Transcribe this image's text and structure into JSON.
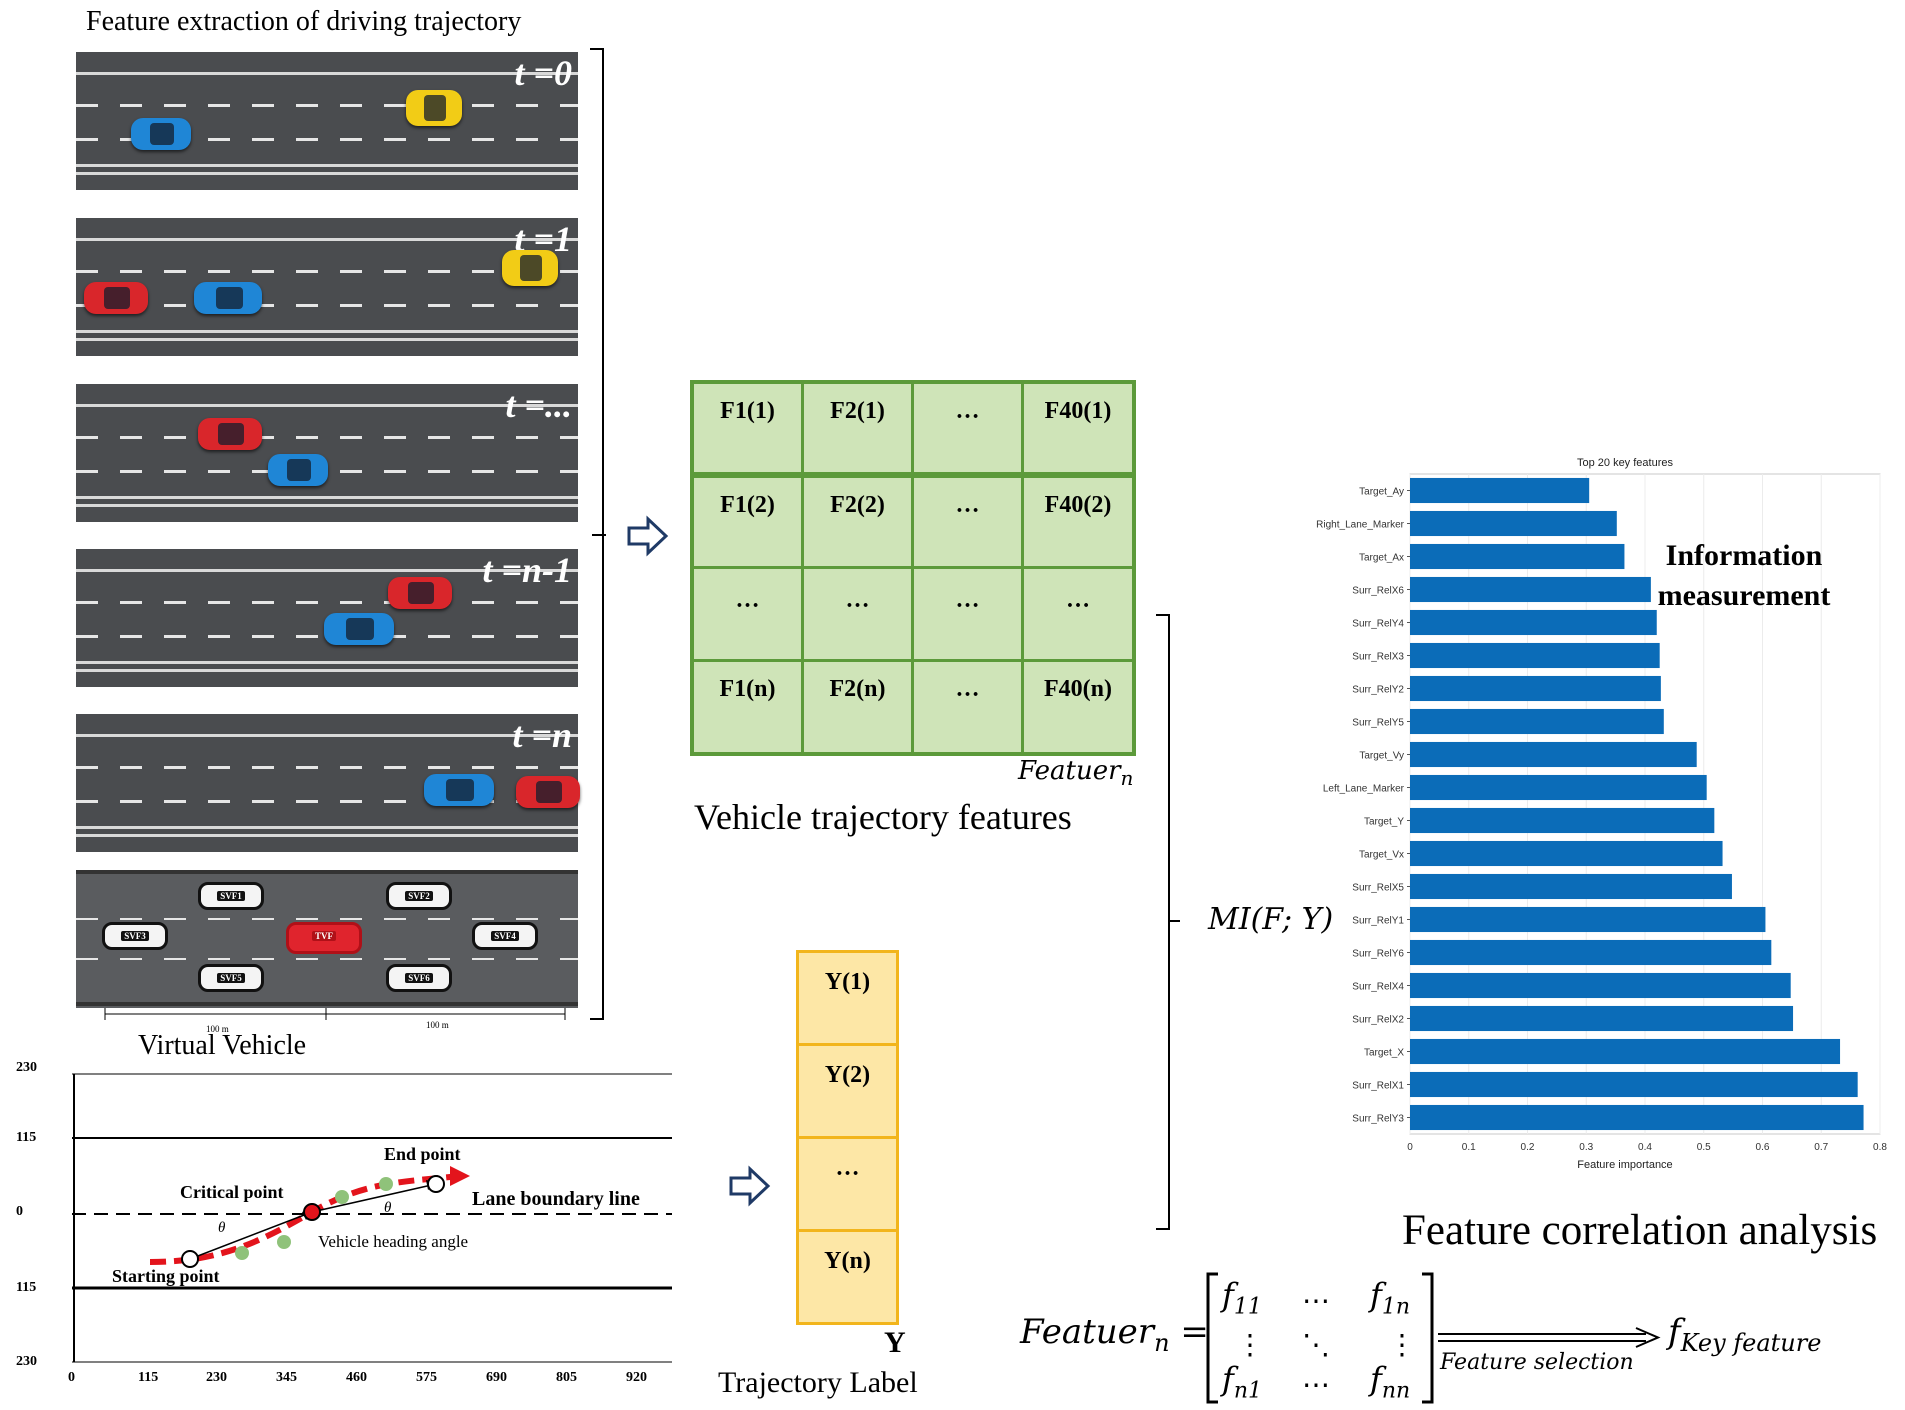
{
  "left_panel": {
    "title": "Feature extraction of driving trajectory",
    "frames": [
      {
        "t_label": "t =0"
      },
      {
        "t_label": "t =1"
      },
      {
        "t_label": "t =..."
      },
      {
        "t_label": "t =n-1"
      },
      {
        "t_label": "t =n"
      }
    ],
    "virtual_vehicle": {
      "caption": "Virtual Vehicle",
      "vehicles": [
        "SVF1",
        "SVF2",
        "SVF3",
        "TVF",
        "SVF4",
        "SVF5",
        "SVF6"
      ],
      "distance_labels": [
        "100 m",
        "100 m"
      ]
    }
  },
  "lane_change_plot": {
    "y_ticks": [
      "230",
      "115",
      "0",
      "115",
      "230"
    ],
    "x_ticks": [
      "0",
      "115",
      "230",
      "345",
      "460",
      "575",
      "690",
      "805",
      "920"
    ],
    "labels": {
      "end_point": "End point",
      "critical_point": "Critical point",
      "lane_boundary": "Lane boundary line",
      "heading_angle": "Vehicle heading angle",
      "starting_point": "Starting point",
      "theta": "θ"
    }
  },
  "feature_matrix": {
    "rows": [
      [
        "F1(1)",
        "F2(1)",
        "…",
        "F40(1)"
      ],
      [
        "F1(2)",
        "F2(2)",
        "…",
        "F40(2)"
      ],
      [
        "…",
        "…",
        "…",
        "…"
      ],
      [
        "F1(n)",
        "F2(n)",
        "…",
        "F40(n)"
      ]
    ],
    "subscript_label": "Featuer",
    "subscript_n": "n",
    "caption": "Vehicle trajectory features"
  },
  "label_column": {
    "cells": [
      "Y(1)",
      "Y(2)",
      "…",
      "Y(n)"
    ],
    "symbol": "Y",
    "caption": "Trajectory Label"
  },
  "mi_label": "MI(F; Y)",
  "info_label_line1": "Information",
  "info_label_line2": "measurement",
  "correlation_caption": "Feature correlation analysis",
  "equation": {
    "lhs": "Featuer",
    "lhs_sub": "n",
    "m11": "f",
    "m11_sub": "11",
    "m1n": "f",
    "m1n_sub": "1n",
    "mn1": "f",
    "mn1_sub": "n1",
    "mnn": "f",
    "mnn_sub": "nn",
    "arrow_label": "Feature selection",
    "rhs": "f",
    "rhs_sub": "Key feature"
  },
  "chart_data": {
    "type": "bar",
    "orientation": "horizontal",
    "title": "Top 20 key features",
    "xlabel": "Feature importance",
    "ylabel": "",
    "xlim": [
      0,
      0.8
    ],
    "x_ticks": [
      "0",
      "0.1",
      "0.2",
      "0.3",
      "0.4",
      "0.5",
      "0.6",
      "0.7",
      "0.8"
    ],
    "grid": true,
    "bar_color": "#0b6cb8",
    "categories": [
      "Target_Ay",
      "Right_Lane_Marker",
      "Target_Ax",
      "Surr_RelX6",
      "Surr_RelY4",
      "Surr_RelX3",
      "Surr_RelY2",
      "Surr_RelY5",
      "Target_Vy",
      "Left_Lane_Marker",
      "Target_Y",
      "Target_Vx",
      "Surr_RelX5",
      "Surr_RelY1",
      "Surr_RelY6",
      "Surr_RelX4",
      "Surr_RelX2",
      "Target_X",
      "Surr_RelX1",
      "Surr_RelY3"
    ],
    "values": [
      0.305,
      0.352,
      0.365,
      0.41,
      0.42,
      0.425,
      0.427,
      0.432,
      0.488,
      0.505,
      0.518,
      0.532,
      0.548,
      0.605,
      0.615,
      0.648,
      0.652,
      0.732,
      0.762,
      0.772
    ]
  }
}
